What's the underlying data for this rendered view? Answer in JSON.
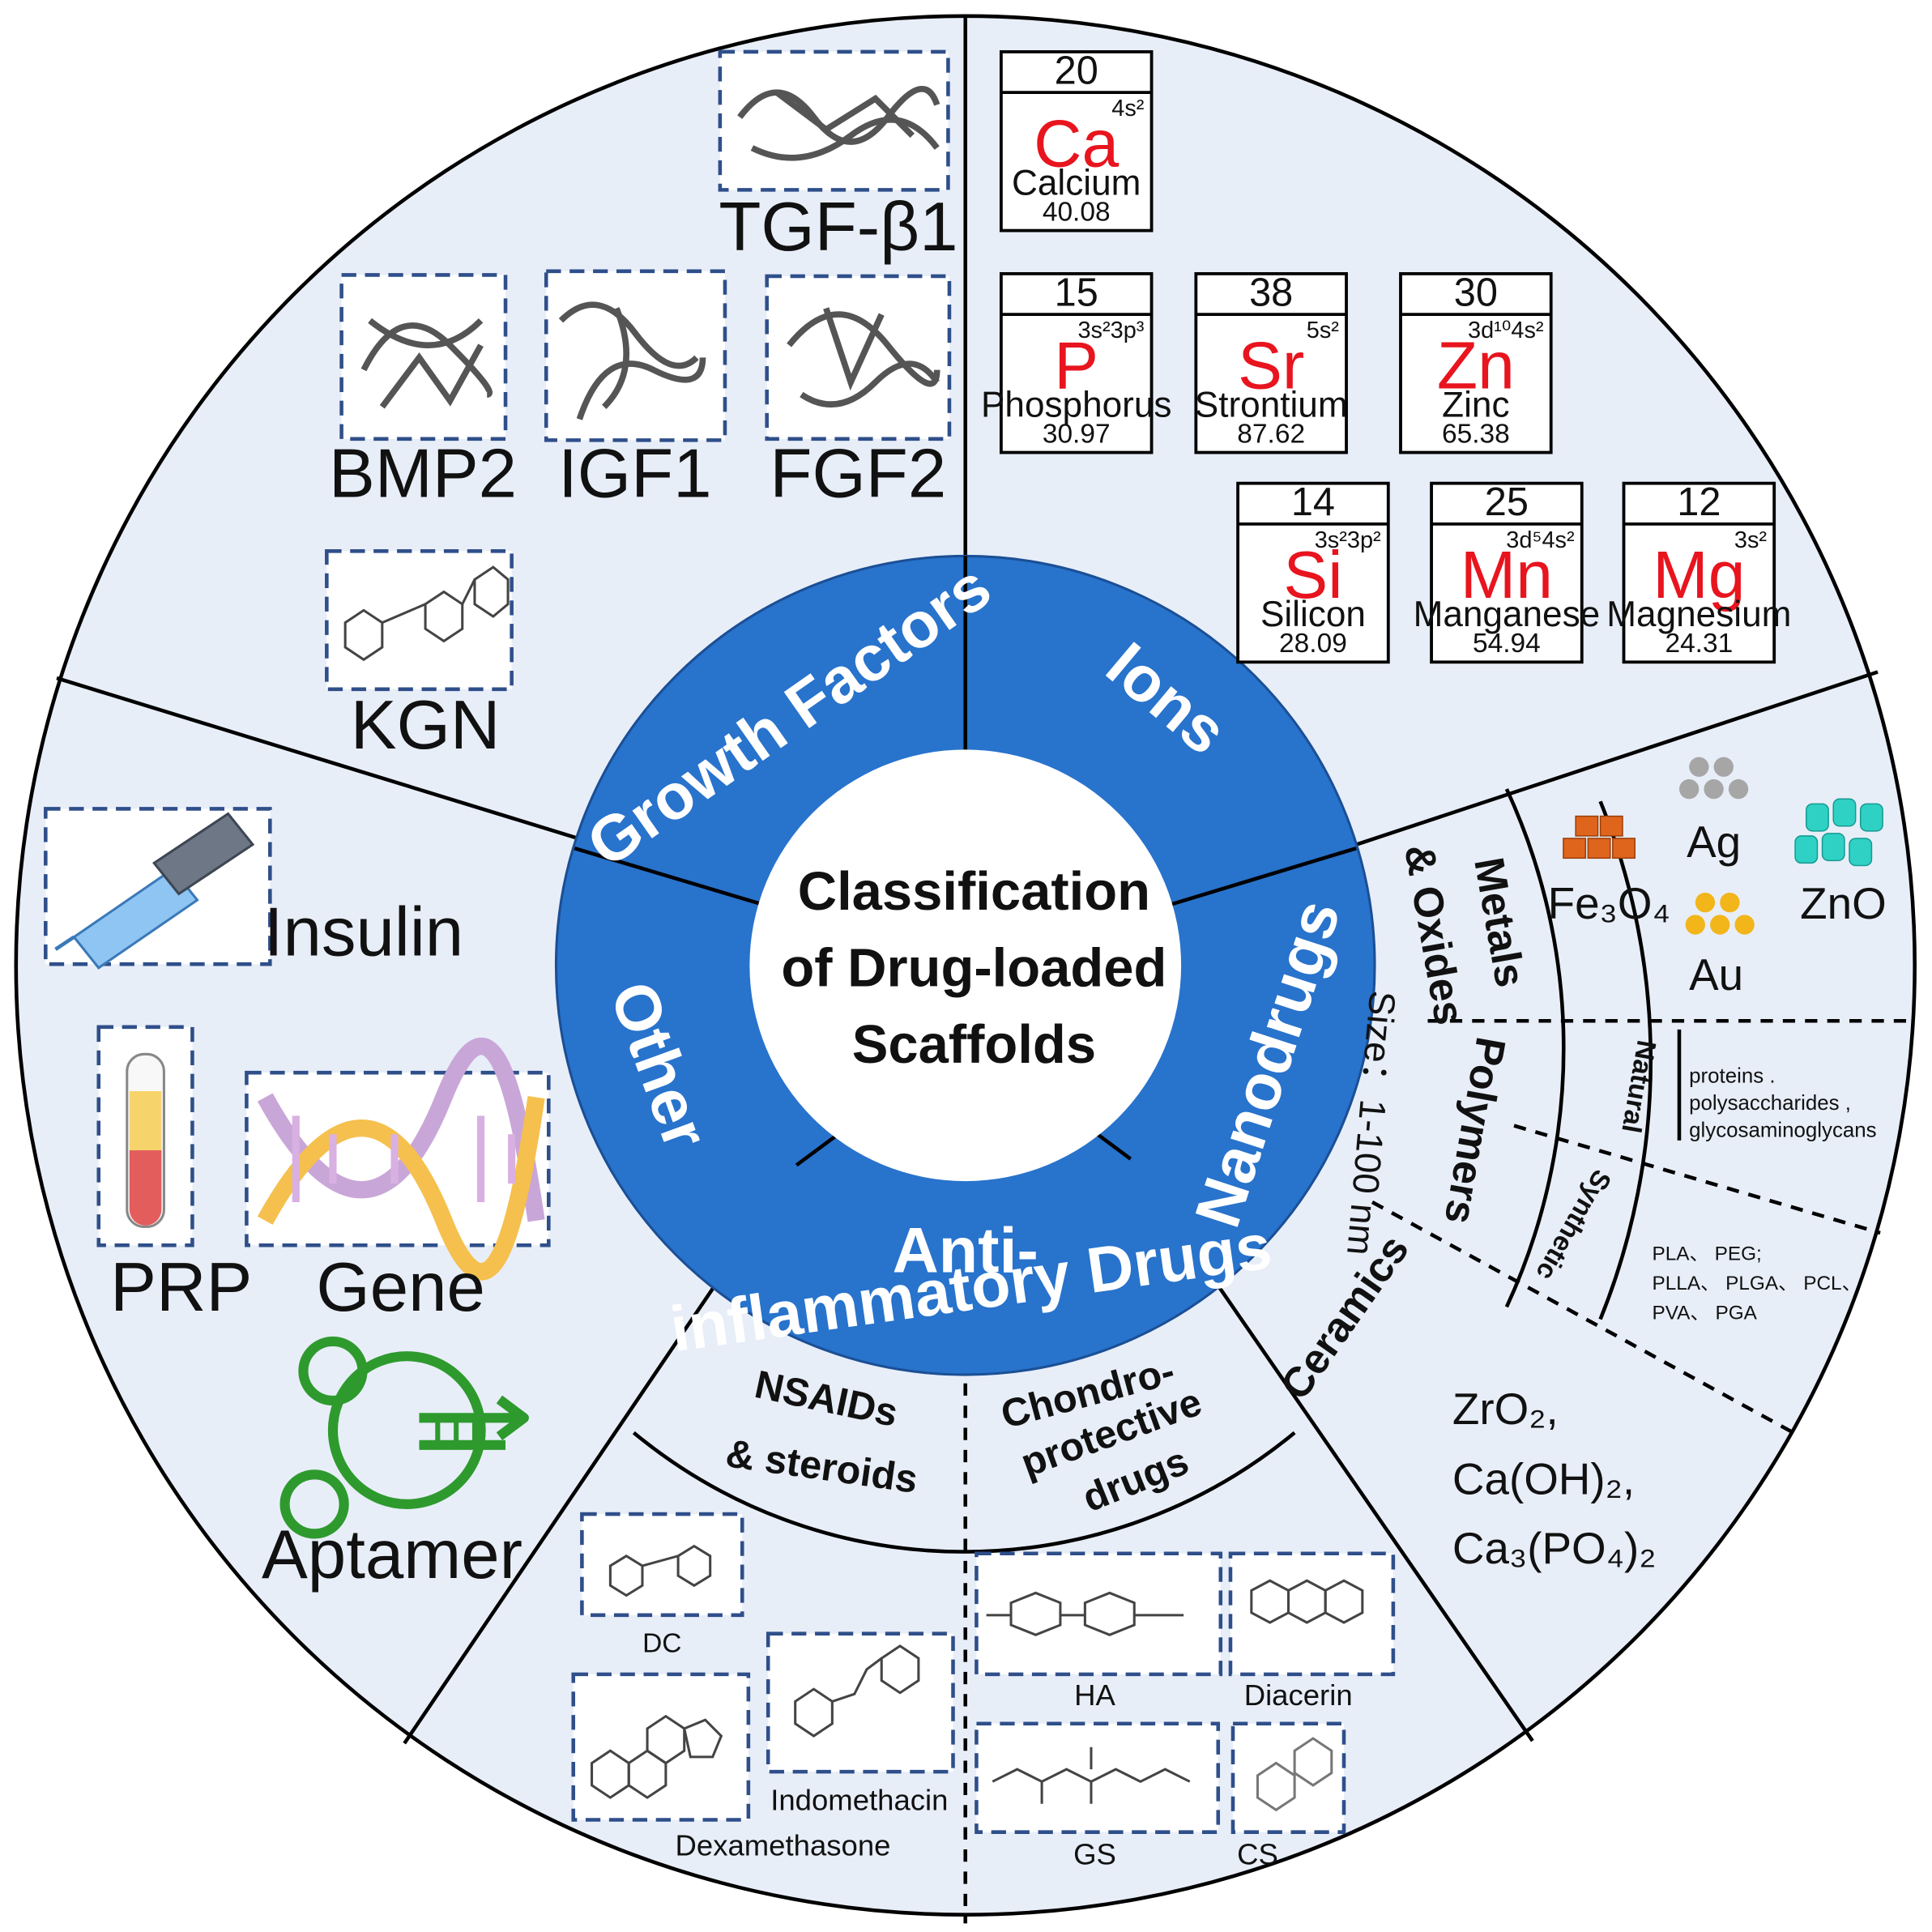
{
  "title": {
    "line1": "Classification",
    "line2": "of Drug-loaded",
    "line3": "Scaffolds"
  },
  "ring": {
    "growth_factors": "Growth Factors",
    "ions": "Ions",
    "nanodrugs": "Nanodrugs",
    "anti_inflammatory_1": "Anti-",
    "anti_inflammatory_2": "inflammatory Drugs",
    "other": "Other"
  },
  "growth_factors": {
    "items": [
      "TGF-β1",
      "BMP2",
      "IGF1",
      "FGF2",
      "KGN"
    ]
  },
  "ions": {
    "elements": [
      {
        "number": "20",
        "symbol": "Ca",
        "name": "Calcium",
        "mass": "40.08",
        "config": "4s²"
      },
      {
        "number": "15",
        "symbol": "P",
        "name": "Phosphorus",
        "mass": "30.97",
        "config": "3s²3p³"
      },
      {
        "number": "38",
        "symbol": "Sr",
        "name": "Strontium",
        "mass": "87.62",
        "config": "5s²"
      },
      {
        "number": "30",
        "symbol": "Zn",
        "name": "Zinc",
        "mass": "65.38",
        "config": "3d¹⁰4s²"
      },
      {
        "number": "14",
        "symbol": "Si",
        "name": "Silicon",
        "mass": "28.09",
        "config": "3s²3p²"
      },
      {
        "number": "25",
        "symbol": "Mn",
        "name": "Manganese",
        "mass": "54.94",
        "config": "3d⁵4s²"
      },
      {
        "number": "12",
        "symbol": "Mg",
        "name": "Magnesium",
        "mass": "24.31",
        "config": "3s²"
      }
    ]
  },
  "nanodrugs": {
    "size_label": "Size：1-100 nm",
    "metals_line1": "Metals",
    "metals_line2": "& Oxides",
    "polymers": "Polymers",
    "ceramics": "Ceramics",
    "natural": "Natural",
    "synthetic": "Synthetic",
    "metal_items": [
      "Fe₃O₄",
      "Ag",
      "Au",
      "ZnO"
    ],
    "natural_text": [
      "proteins .",
      "polysaccharides ,",
      "glycosaminoglycans"
    ],
    "synthetic_text": [
      "PLA、 PEG;",
      "PLLA、 PLGA、 PCL、",
      "PVA、 PGA"
    ],
    "ceramic_text": [
      "ZrO₂,",
      "Ca(OH)₂,",
      "Ca₃(PO₄)₂"
    ]
  },
  "anti_inflammatory": {
    "nsaids_line1": "NSAIDs",
    "nsaids_line2": "& steroids",
    "chondro_line1": "Chondro-",
    "chondro_line2": "protective",
    "chondro_line3": "drugs",
    "nsaid_items": [
      "DC",
      "Indomethacin",
      "Dexamethasone"
    ],
    "chondro_items": [
      "HA",
      "Diacerin",
      "GS",
      "CS"
    ]
  },
  "other": {
    "items": [
      "Insulin",
      "PRP",
      "Gene",
      "Aptamer"
    ]
  },
  "colors": {
    "ring_blue": "#2873cc",
    "sector_fill": "#e8eef8",
    "element_red": "#e8141e",
    "aptamer_green": "#2e9a2e"
  }
}
